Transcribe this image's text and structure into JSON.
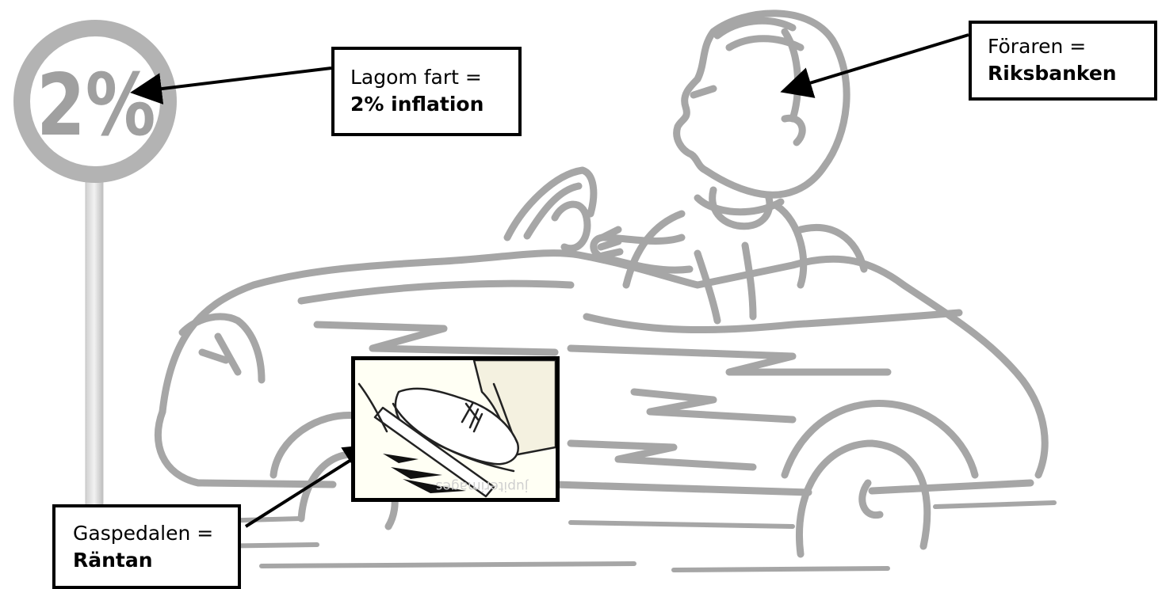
{
  "sign": {
    "value": "2%"
  },
  "labels": {
    "speed": {
      "line1": "Lagom fart =",
      "line2": "2% inflation"
    },
    "driver": {
      "line1": "Föraren =",
      "line2": "Riksbanken"
    },
    "pedal": {
      "line1": "Gaspedalen =",
      "line2": "Räntan"
    }
  },
  "watermark": "jupiterimages",
  "colors": {
    "sketch": "#a6a6a6",
    "sign_ring": "#b3b3b3",
    "box_border": "#000000",
    "arrow": "#000000"
  }
}
